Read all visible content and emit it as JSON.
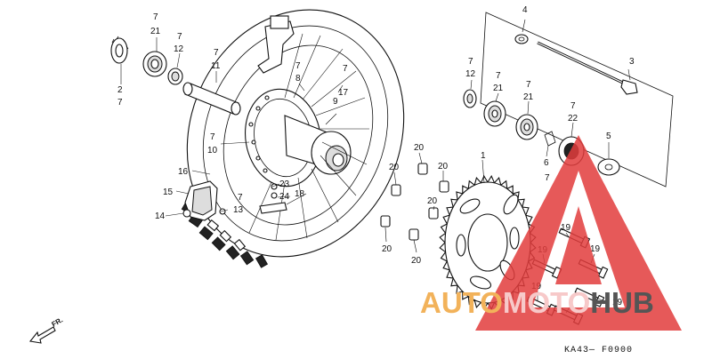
{
  "diagram": {
    "callouts": [
      {
        "id": "c1",
        "text": "7"
      },
      {
        "id": "c2",
        "text": "21"
      },
      {
        "id": "c3",
        "text": "7"
      },
      {
        "id": "c4",
        "text": "12"
      },
      {
        "id": "c5",
        "text": "2"
      },
      {
        "id": "c6",
        "text": "7"
      },
      {
        "id": "c7",
        "text": "7"
      },
      {
        "id": "c8",
        "text": "11"
      },
      {
        "id": "c9",
        "text": "7"
      },
      {
        "id": "c10",
        "text": "8"
      },
      {
        "id": "c11",
        "text": "7"
      },
      {
        "id": "c12",
        "text": "17"
      },
      {
        "id": "c13",
        "text": "7"
      },
      {
        "id": "c14",
        "text": "9"
      },
      {
        "id": "c15",
        "text": "7"
      },
      {
        "id": "c16",
        "text": "10"
      },
      {
        "id": "c17",
        "text": "16"
      },
      {
        "id": "c18",
        "text": "15"
      },
      {
        "id": "c19",
        "text": "14"
      },
      {
        "id": "c20",
        "text": "23"
      },
      {
        "id": "c21",
        "text": "24"
      },
      {
        "id": "c22",
        "text": "18"
      },
      {
        "id": "c23",
        "text": "7"
      },
      {
        "id": "c24",
        "text": "13"
      },
      {
        "id": "c25",
        "text": "4"
      },
      {
        "id": "c26",
        "text": "3"
      },
      {
        "id": "c27",
        "text": "7"
      },
      {
        "id": "c28",
        "text": "12"
      },
      {
        "id": "c29",
        "text": "7"
      },
      {
        "id": "c30",
        "text": "21"
      },
      {
        "id": "c31",
        "text": "7"
      },
      {
        "id": "c32",
        "text": "21"
      },
      {
        "id": "c33",
        "text": "7"
      },
      {
        "id": "c34",
        "text": "22"
      },
      {
        "id": "c35",
        "text": "5"
      },
      {
        "id": "c36",
        "text": "6"
      },
      {
        "id": "c37",
        "text": "7"
      },
      {
        "id": "c38",
        "text": "1"
      },
      {
        "id": "c39",
        "text": "20"
      },
      {
        "id": "c40",
        "text": "20"
      },
      {
        "id": "c41",
        "text": "20"
      },
      {
        "id": "c42",
        "text": "20"
      },
      {
        "id": "c43",
        "text": "20"
      },
      {
        "id": "c44",
        "text": "20"
      },
      {
        "id": "c45",
        "text": "20"
      },
      {
        "id": "c46",
        "text": "19"
      },
      {
        "id": "c47",
        "text": "19"
      },
      {
        "id": "c48",
        "text": "19"
      },
      {
        "id": "c49",
        "text": "19"
      },
      {
        "id": "c50",
        "text": "19"
      }
    ],
    "direction_label": "FR.",
    "drawing_code": "KA43— F0900"
  },
  "watermark": {
    "parts": [
      {
        "text": "AUTO"
      },
      {
        "text": "MOTO"
      },
      {
        "text": "HUB"
      }
    ],
    "colors": {
      "auto": "#f2b25a",
      "moto": "#f7c9c9",
      "hub": "#555555",
      "triangle": "#e23c3c"
    }
  }
}
